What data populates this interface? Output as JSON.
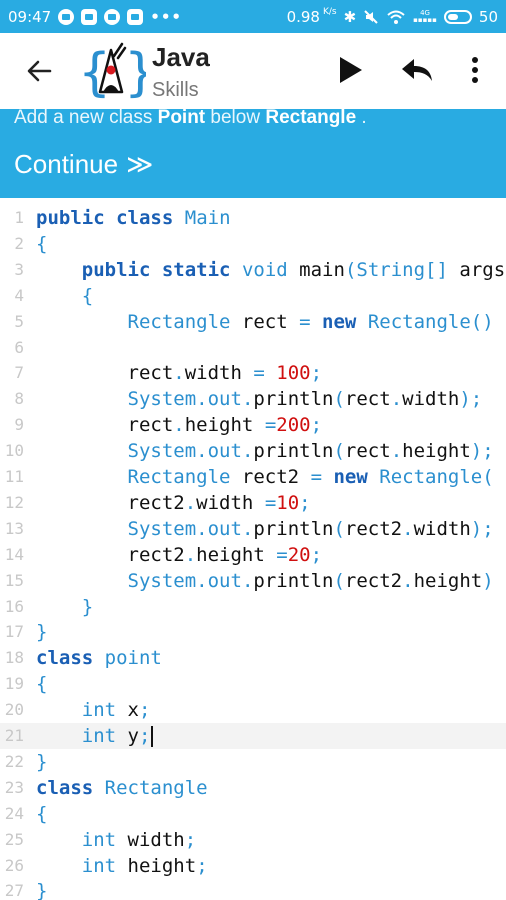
{
  "status_bar": {
    "time": "09:47",
    "dots": "•••",
    "speed": "0.98",
    "speed_unit": "K/s",
    "bluetooth": "✱",
    "signal_tag": "4G",
    "battery": "50"
  },
  "header": {
    "title": "Java",
    "subtitle": "Skills"
  },
  "banner": {
    "instruction_pre": "Add a new class ",
    "instruction_b1": "Point",
    "instruction_mid": " below ",
    "instruction_b2": "Rectangle",
    "instruction_post": " .",
    "continue_label": "Continue",
    "continue_glyph": "≫"
  },
  "editor": {
    "active_line": 21,
    "lines": [
      {
        "n": "1",
        "tokens": [
          [
            "kw",
            "public"
          ],
          [
            "sp",
            " "
          ],
          [
            "kw",
            "class"
          ],
          [
            "sp",
            " "
          ],
          [
            "ty",
            "Main"
          ]
        ]
      },
      {
        "n": "2",
        "tokens": [
          [
            "pn",
            "{"
          ]
        ]
      },
      {
        "n": "3",
        "tokens": [
          [
            "sp",
            "    "
          ],
          [
            "kw",
            "public"
          ],
          [
            "sp",
            " "
          ],
          [
            "kw",
            "static"
          ],
          [
            "sp",
            " "
          ],
          [
            "ty",
            "void"
          ],
          [
            "sp",
            " "
          ],
          [
            "id",
            "main"
          ],
          [
            "pn",
            "("
          ],
          [
            "ty",
            "String"
          ],
          [
            "pn",
            "[]"
          ],
          [
            "sp",
            " "
          ],
          [
            "id",
            "args"
          ]
        ]
      },
      {
        "n": "4",
        "tokens": [
          [
            "sp",
            "    "
          ],
          [
            "pn",
            "{"
          ]
        ]
      },
      {
        "n": "5",
        "tokens": [
          [
            "sp",
            "        "
          ],
          [
            "ty",
            "Rectangle"
          ],
          [
            "sp",
            " "
          ],
          [
            "id",
            "rect"
          ],
          [
            "sp",
            " "
          ],
          [
            "pn",
            "="
          ],
          [
            "sp",
            " "
          ],
          [
            "kw",
            "new"
          ],
          [
            "sp",
            " "
          ],
          [
            "ty",
            "Rectangle"
          ],
          [
            "pn",
            "()"
          ]
        ]
      },
      {
        "n": "6",
        "tokens": []
      },
      {
        "n": "7",
        "tokens": [
          [
            "sp",
            "        "
          ],
          [
            "id",
            "rect"
          ],
          [
            "pn",
            "."
          ],
          [
            "id",
            "width"
          ],
          [
            "sp",
            " "
          ],
          [
            "pn",
            "="
          ],
          [
            "sp",
            " "
          ],
          [
            "nm",
            "100"
          ],
          [
            "pn",
            ";"
          ]
        ]
      },
      {
        "n": "8",
        "tokens": [
          [
            "sp",
            "        "
          ],
          [
            "ty",
            "System"
          ],
          [
            "pn",
            "."
          ],
          [
            "ty",
            "out"
          ],
          [
            "pn",
            "."
          ],
          [
            "id",
            "println"
          ],
          [
            "pn",
            "("
          ],
          [
            "id",
            "rect"
          ],
          [
            "pn",
            "."
          ],
          [
            "id",
            "width"
          ],
          [
            "pn",
            ");"
          ]
        ]
      },
      {
        "n": "9",
        "tokens": [
          [
            "sp",
            "        "
          ],
          [
            "id",
            "rect"
          ],
          [
            "pn",
            "."
          ],
          [
            "id",
            "height"
          ],
          [
            "sp",
            " "
          ],
          [
            "pn",
            "="
          ],
          [
            "nm",
            "200"
          ],
          [
            "pn",
            ";"
          ]
        ]
      },
      {
        "n": "10",
        "tokens": [
          [
            "sp",
            "        "
          ],
          [
            "ty",
            "System"
          ],
          [
            "pn",
            "."
          ],
          [
            "ty",
            "out"
          ],
          [
            "pn",
            "."
          ],
          [
            "id",
            "println"
          ],
          [
            "pn",
            "("
          ],
          [
            "id",
            "rect"
          ],
          [
            "pn",
            "."
          ],
          [
            "id",
            "height"
          ],
          [
            "pn",
            ");"
          ]
        ]
      },
      {
        "n": "11",
        "tokens": [
          [
            "sp",
            "        "
          ],
          [
            "ty",
            "Rectangle"
          ],
          [
            "sp",
            " "
          ],
          [
            "id",
            "rect2"
          ],
          [
            "sp",
            " "
          ],
          [
            "pn",
            "="
          ],
          [
            "sp",
            " "
          ],
          [
            "kw",
            "new"
          ],
          [
            "sp",
            " "
          ],
          [
            "ty",
            "Rectangle"
          ],
          [
            "pn",
            "("
          ]
        ]
      },
      {
        "n": "12",
        "tokens": [
          [
            "sp",
            "        "
          ],
          [
            "id",
            "rect2"
          ],
          [
            "pn",
            "."
          ],
          [
            "id",
            "width"
          ],
          [
            "sp",
            " "
          ],
          [
            "pn",
            "="
          ],
          [
            "nm",
            "10"
          ],
          [
            "pn",
            ";"
          ]
        ]
      },
      {
        "n": "13",
        "tokens": [
          [
            "sp",
            "        "
          ],
          [
            "ty",
            "System"
          ],
          [
            "pn",
            "."
          ],
          [
            "ty",
            "out"
          ],
          [
            "pn",
            "."
          ],
          [
            "id",
            "println"
          ],
          [
            "pn",
            "("
          ],
          [
            "id",
            "rect2"
          ],
          [
            "pn",
            "."
          ],
          [
            "id",
            "width"
          ],
          [
            "pn",
            ");"
          ]
        ]
      },
      {
        "n": "14",
        "tokens": [
          [
            "sp",
            "        "
          ],
          [
            "id",
            "rect2"
          ],
          [
            "pn",
            "."
          ],
          [
            "id",
            "height"
          ],
          [
            "sp",
            " "
          ],
          [
            "pn",
            "="
          ],
          [
            "nm",
            "20"
          ],
          [
            "pn",
            ";"
          ]
        ]
      },
      {
        "n": "15",
        "tokens": [
          [
            "sp",
            "        "
          ],
          [
            "ty",
            "System"
          ],
          [
            "pn",
            "."
          ],
          [
            "ty",
            "out"
          ],
          [
            "pn",
            "."
          ],
          [
            "id",
            "println"
          ],
          [
            "pn",
            "("
          ],
          [
            "id",
            "rect2"
          ],
          [
            "pn",
            "."
          ],
          [
            "id",
            "height"
          ],
          [
            "pn",
            ")"
          ]
        ]
      },
      {
        "n": "16",
        "tokens": [
          [
            "sp",
            "    "
          ],
          [
            "pn",
            "}"
          ]
        ]
      },
      {
        "n": "17",
        "tokens": [
          [
            "pn",
            "}"
          ]
        ]
      },
      {
        "n": "18",
        "tokens": [
          [
            "kw",
            "class"
          ],
          [
            "sp",
            " "
          ],
          [
            "ty",
            "point"
          ]
        ]
      },
      {
        "n": "19",
        "tokens": [
          [
            "pn",
            "{"
          ]
        ]
      },
      {
        "n": "20",
        "tokens": [
          [
            "sp",
            "    "
          ],
          [
            "ty",
            "int"
          ],
          [
            "sp",
            " "
          ],
          [
            "id",
            "x"
          ],
          [
            "pn",
            ";"
          ]
        ]
      },
      {
        "n": "21",
        "tokens": [
          [
            "sp",
            "    "
          ],
          [
            "ty",
            "int"
          ],
          [
            "sp",
            " "
          ],
          [
            "id",
            "y"
          ],
          [
            "pn",
            ";"
          ]
        ]
      },
      {
        "n": "22",
        "tokens": [
          [
            "pn",
            "}"
          ]
        ]
      },
      {
        "n": "23",
        "tokens": [
          [
            "kw",
            "class"
          ],
          [
            "sp",
            " "
          ],
          [
            "ty",
            "Rectangle"
          ]
        ]
      },
      {
        "n": "24",
        "tokens": [
          [
            "pn",
            "{"
          ]
        ]
      },
      {
        "n": "25",
        "tokens": [
          [
            "sp",
            "    "
          ],
          [
            "ty",
            "int"
          ],
          [
            "sp",
            " "
          ],
          [
            "id",
            "width"
          ],
          [
            "pn",
            ";"
          ]
        ]
      },
      {
        "n": "26",
        "tokens": [
          [
            "sp",
            "    "
          ],
          [
            "ty",
            "int"
          ],
          [
            "sp",
            " "
          ],
          [
            "id",
            "height"
          ],
          [
            "pn",
            ";"
          ]
        ]
      },
      {
        "n": "27",
        "tokens": [
          [
            "pn",
            "}"
          ]
        ]
      }
    ]
  },
  "colors": {
    "accent": "#29abe2",
    "keyword": "#1a5fb4",
    "type": "#2b8fcf",
    "number": "#d01010"
  },
  "icons": {
    "back": "arrow-left-icon",
    "run": "play-icon",
    "reply": "reply-icon",
    "more": "more-vert-icon",
    "logo": "java-duke-logo"
  }
}
